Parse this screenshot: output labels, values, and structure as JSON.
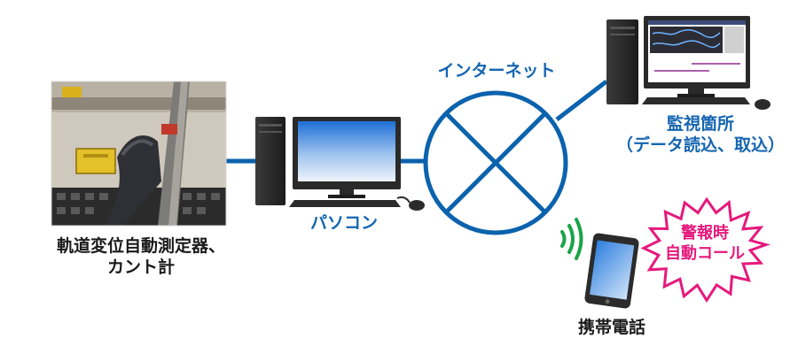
{
  "colors": {
    "line_blue": "#0b62ad",
    "label_blue": "#1565b0",
    "label_dark": "#1a1a1a",
    "alert_magenta": "#e5197d",
    "signal_green": "#1aa34a"
  },
  "nodes": {
    "measurement_device": {
      "label_line1": "軌道変位自動測定器、",
      "label_line2": "カント計",
      "icon": "track-sensor-photo"
    },
    "pc": {
      "label": "パソコン",
      "icon": "desktop-computer-icon"
    },
    "internet": {
      "label": "インターネット",
      "icon": "network-cross-circle-icon"
    },
    "monitoring": {
      "label_line1": "監視箇所",
      "label_line2": "（データ読込、取込）",
      "icon": "monitoring-workstation-icon"
    },
    "mobile": {
      "label": "携帯電話",
      "icon": "tablet-phone-icon"
    }
  },
  "alert": {
    "line1": "警報時",
    "line2": "自動コール"
  }
}
